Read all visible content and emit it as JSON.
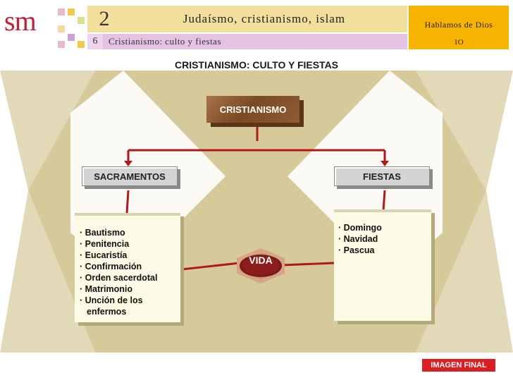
{
  "header": {
    "logo": "sm",
    "unit_number": "2",
    "unit_title": "Judaísmo, cristianismo, islam",
    "lesson_number": "6",
    "lesson_title": "Cristianismo: culto y fiestas",
    "book_title": "Hablamos de Dios",
    "book_number": "1O"
  },
  "diagram": {
    "title": "CRISTIANISMO: CULTO Y FIESTAS",
    "root": "CRISTIANISMO",
    "left_branch": {
      "label": "SACRAMENTOS",
      "items": [
        "· Bautismo",
        "· Penitencia",
        "· Eucaristía",
        "· Confirmación",
        "· Orden sacerdotal",
        "· Matrimonio",
        "· Unción de los enfermos"
      ]
    },
    "right_branch": {
      "label": "FIESTAS",
      "items": [
        "· Domingo",
        "· Navidad",
        "· Pascua"
      ]
    },
    "center": "VIDA"
  },
  "footer": {
    "button": "IMAGEN FINAL"
  },
  "colors": {
    "accent_red": "#dc1e22",
    "line_red": "#b0181c",
    "background_shape": "#d6c99a",
    "unit_bar": "#f3df9c",
    "lesson_bar": "#e4c2e2",
    "book_bar": "#f6b400",
    "root_box": "#8e5c36"
  }
}
